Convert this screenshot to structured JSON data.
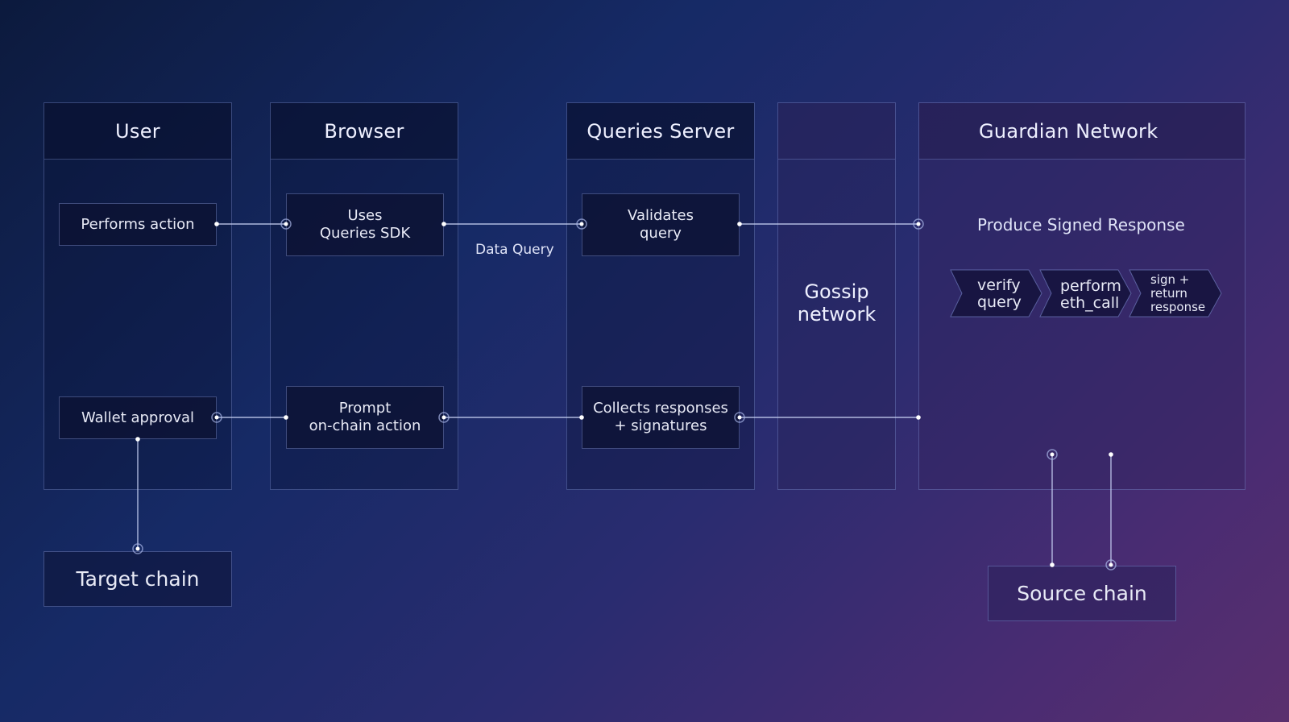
{
  "columns": {
    "user": "User",
    "browser": "Browser",
    "queries_server": "Queries Server",
    "gossip": "",
    "guardian": "Guardian Network"
  },
  "gossip_label": "Gossip\nnetwork",
  "boxes": {
    "performs_action": "Performs action",
    "wallet_approval": "Wallet approval",
    "uses_sdk": "Uses\nQueries SDK",
    "prompt_action": "Prompt\non-chain action",
    "validates_query": "Validates\nquery",
    "collects_responses": "Collects responses\n+ signatures",
    "target_chain": "Target chain",
    "source_chain": "Source chain"
  },
  "labels": {
    "data_query": "Data Query",
    "produce_signed": "Produce Signed Response"
  },
  "steps": [
    [
      "verify",
      "query"
    ],
    [
      "perform",
      "eth_call"
    ],
    [
      "sign +",
      "return",
      "response"
    ]
  ],
  "colors": {
    "wire": "#c9d2f5",
    "node_ring": "#aab6e8"
  }
}
